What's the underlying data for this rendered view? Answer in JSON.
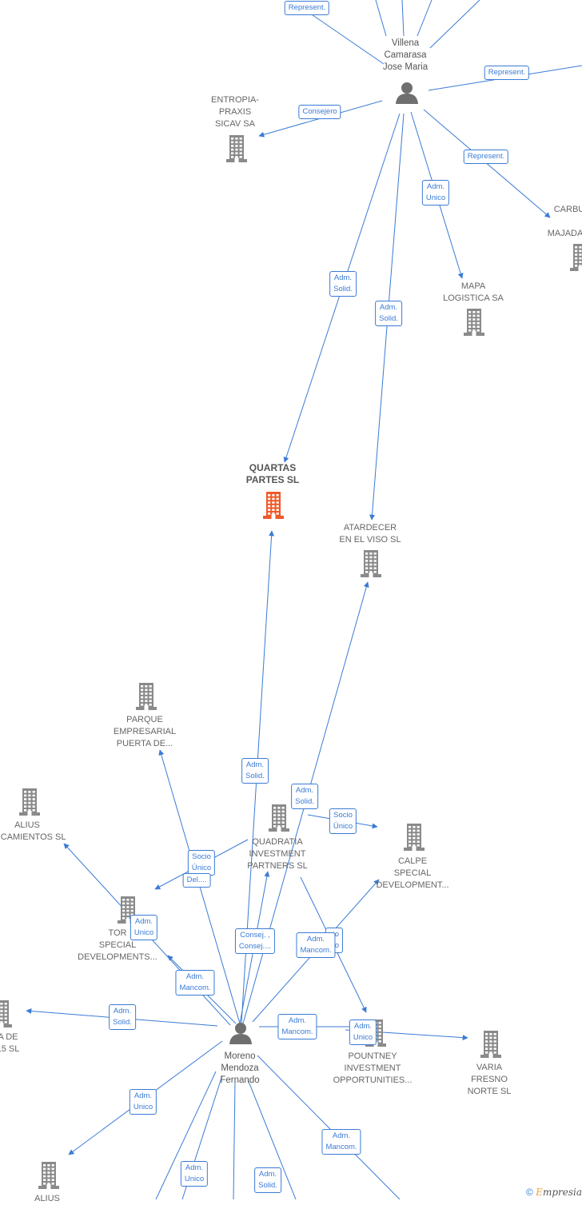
{
  "nodes": {
    "villena": "Villena\nCamarasa\nJose Maria",
    "entropia": "ENTROPIA-\nPRAXIS\nSICAV SA",
    "carbu": "CARBU",
    "majada": "MAJADA",
    "mapa": "MAPA\nLOGISTICA SA",
    "quartas": "QUARTAS\nPARTES SL",
    "atardecer": "ATARDECER\nEN EL VISO SL",
    "parque": "PARQUE\nEMPRESARIAL\nPUERTA DE...",
    "alius1": "ALIUS\nARCAMIENTOS SL",
    "quadratia": "QUADRATIA\nINVESTMENT\nPARTNERS SL",
    "calpe": "CALPE\nSPECIAL\nDEVELOPMENT...",
    "tor": "TOR\nSPECIAL\nDEVELOPMENTS...",
    "leftcut": "A DE\n15 SL",
    "moreno": "Moreno\nMendoza\nFernando",
    "pountney": "POUNTNEY\nINVESTMENT\nOPPORTUNITIES...",
    "varia": "VARIA\nFRESNO\nNORTE SL",
    "alius2": "ALIUS"
  },
  "edge_labels": {
    "represent_top": "Represent.",
    "represent_right": "Represent.",
    "consejero": "Consejero",
    "represent_carbu": "Represent.",
    "adm_unico_mapa": "Adm.\nUnico",
    "adm_solid_quartas_top": "Adm.\nSolid.",
    "adm_solid_atardecer_top": "Adm.\nSolid.",
    "adm_solid_quartas_bottom": "Adm.\nSolid.",
    "adm_solid_atardecer_bottom": "Adm.\nSolid.",
    "socio_unico_calpe": "Socio\nÚnico",
    "socio_unico_parque": "Socio\nÚnico",
    "del_parque": "Del....",
    "adm_unico_tor": "Adm.\nUnico",
    "consej_quadratia": "Consej. ,\nConsej....",
    "adm_mancom_pountney_top": "Adm.\nMancom.",
    "socio_unico_pountney": "cio\nico",
    "adm_mancom_tor": "Adm.\nMancom.",
    "adm_solid_leftcut": "Adm.\nSolid.",
    "adm_mancom_pountney": "Adm.\nMancom.",
    "adm_unico_pountney": "Adm.\nUnico",
    "adm_unico_alius2": "Adm.\nUnico",
    "adm_mancom_bottom_right": "Adm.\nMancom.",
    "adm_unico_bottom": "Adm.\nUnico",
    "adm_solid_bottom": "Adm.\nSolid."
  },
  "colors": {
    "edge": "#3a7bd5",
    "building": "#8a8a8a",
    "focus_building": "#f05a28",
    "person": "#6f6f6f"
  },
  "footer": {
    "copyright": "©",
    "brand_e": "E",
    "brand_rest": "mpresia"
  }
}
